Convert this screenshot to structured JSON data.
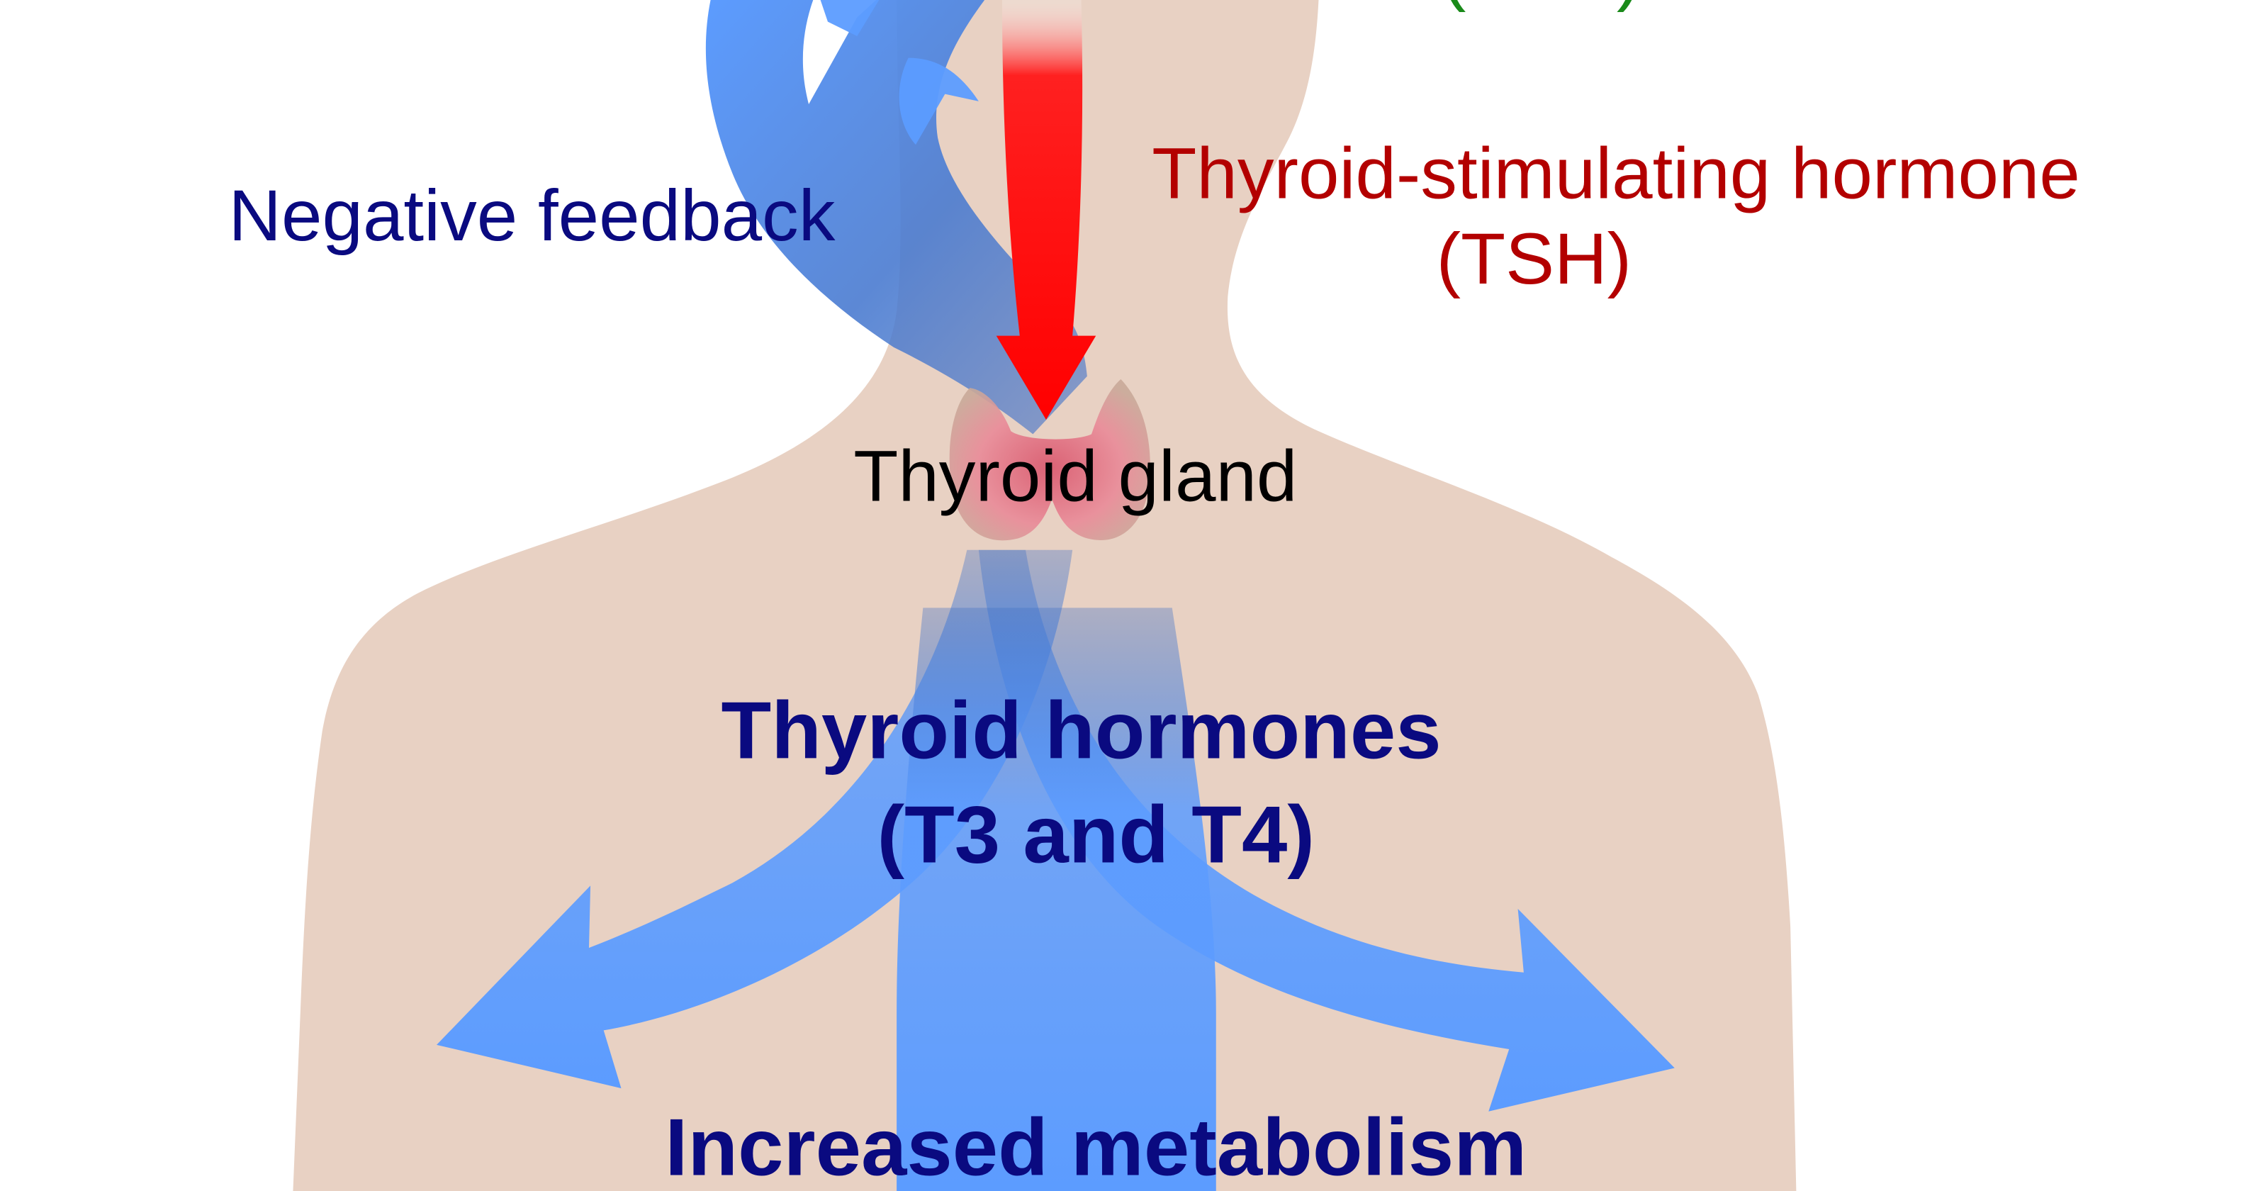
{
  "colors": {
    "background": "#ffffff",
    "body_silhouette": "#e8d1c3",
    "feedback_arrow": "#5c9cff",
    "tsh_arrow": "#ff0000",
    "trh_text": "#1a8a1a",
    "tsh_text": "#b30000",
    "feedback_text": "#0a0a80",
    "gland_text": "#000000",
    "hormone_text": "#0a0a80",
    "thyroid_tissue": "#e07a8a"
  },
  "icons": {
    "body": "human-torso-silhouette",
    "gland": "thyroid-gland-illustration"
  },
  "labels": {
    "trh_partial": "(TRH)",
    "tsh_line1": "Thyroid-stimulating hormone",
    "tsh_line2": "(TSH)",
    "feedback": "Negative feedback",
    "gland": "Thyroid gland",
    "hormones_line1": "Thyroid hormones",
    "hormones_line2": "(T3 and T4)",
    "result": "Increased metabolism"
  }
}
